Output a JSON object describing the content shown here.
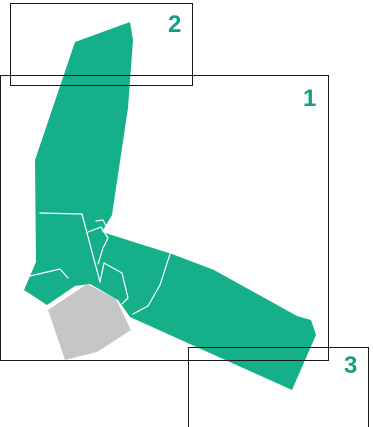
{
  "colors": {
    "shape_fill": "#15b08a",
    "label_text": "#15a082",
    "gray_block": "#c6c6c6",
    "frame_stroke": "#1a1a1a",
    "inner_lines": "#ffffff",
    "background": "#ffffff"
  },
  "frames": [
    {
      "id": "frame-1",
      "label": "1"
    },
    {
      "id": "frame-2",
      "label": "2"
    },
    {
      "id": "frame-3",
      "label": "3"
    }
  ]
}
